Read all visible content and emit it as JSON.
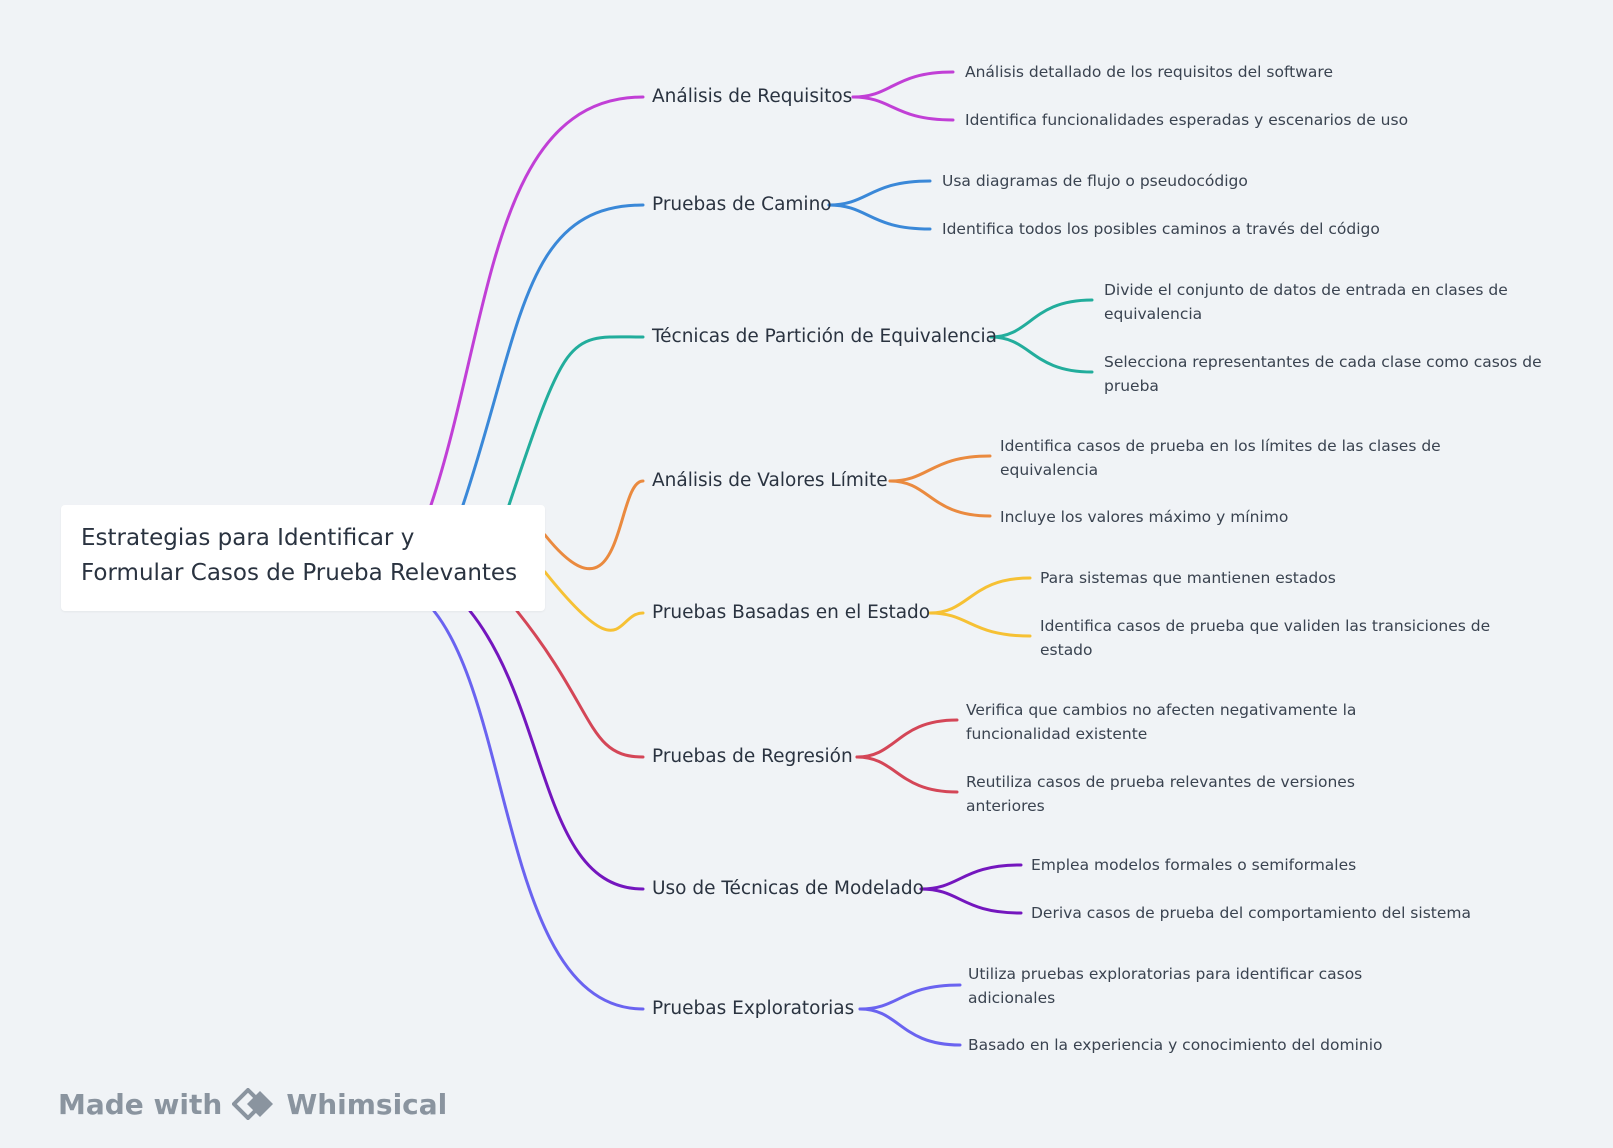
{
  "root": {
    "line1": "Estrategias para Identificar y",
    "line2": "Formular Casos de Prueba Relevantes"
  },
  "branches": [
    {
      "label": "Análisis de Requisitos",
      "color": "#c13fd6",
      "leaves": [
        "Análisis detallado de los requisitos del software",
        "Identifica funcionalidades esperadas y escenarios de uso"
      ]
    },
    {
      "label": "Pruebas de Camino",
      "color": "#3a88d8",
      "leaves": [
        "Usa diagramas de flujo o pseudocódigo",
        "Identifica todos los posibles caminos a través del código"
      ]
    },
    {
      "label": "Técnicas de Partición de Equivalencia",
      "color": "#22ad9c",
      "leaves": [
        "Divide el conjunto de datos de entrada en clases de equivalencia",
        "Selecciona representantes de cada clase como casos de prueba"
      ]
    },
    {
      "label": "Análisis de Valores Límite",
      "color": "#ea8a3f",
      "leaves": [
        "Identifica casos de prueba en los límites de las clases de equivalencia",
        "Incluye los valores máximo y mínimo"
      ]
    },
    {
      "label": "Pruebas Basadas en el Estado",
      "color": "#f6c134",
      "leaves": [
        "Para sistemas que mantienen estados",
        "Identifica casos de prueba que validen las transiciones de estado"
      ]
    },
    {
      "label": "Pruebas de Regresión",
      "color": "#d44657",
      "leaves": [
        "Verifica que cambios no afecten negativamente la funcionalidad existente",
        "Reutiliza casos de prueba relevantes de versiones anteriores"
      ]
    },
    {
      "label": "Uso de Técnicas de Modelado",
      "color": "#7416be",
      "leaves": [
        "Emplea modelos formales o semiformales",
        "Deriva casos de prueba del comportamiento del sistema"
      ]
    },
    {
      "label": "Pruebas Exploratorias",
      "color": "#6a63f0",
      "leaves": [
        "Utiliza pruebas exploratorias para identificar casos adicionales",
        "Basado en la experiencia y conocimiento del dominio"
      ]
    }
  ],
  "footer": {
    "made_with": "Made with",
    "brand": "Whimsical"
  }
}
